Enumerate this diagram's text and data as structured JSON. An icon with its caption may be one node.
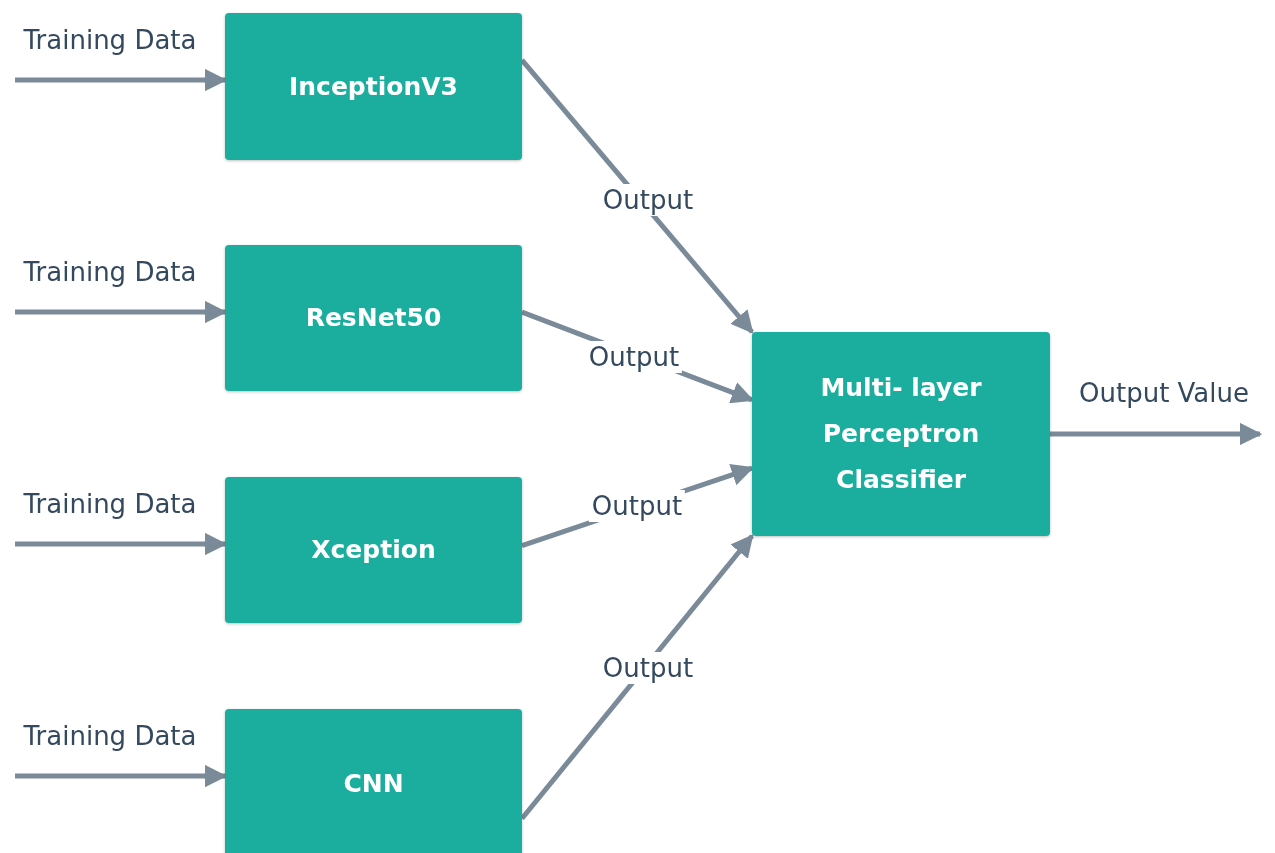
{
  "diagram": {
    "nodes": [
      {
        "text": [
          "InceptionV3"
        ]
      },
      {
        "text": [
          "ResNet50"
        ]
      },
      {
        "text": [
          "Xception"
        ]
      },
      {
        "text": [
          "CNN"
        ]
      },
      {
        "text": [
          "Multi- layer Perceptron Classifier"
        ]
      }
    ],
    "edges": [
      {
        "from": null,
        "to": 0,
        "arrow": "to",
        "label": "Training Data"
      },
      {
        "from": null,
        "to": 1,
        "arrow": "to",
        "label": "Training Data"
      },
      {
        "from": null,
        "to": 2,
        "arrow": "to",
        "label": "Training Data"
      },
      {
        "from": null,
        "to": 3,
        "arrow": "to",
        "label": "Training Data"
      },
      {
        "from": 0,
        "to": 4,
        "arrow": "to",
        "label": "Output"
      },
      {
        "from": 1,
        "to": 4,
        "arrow": "to",
        "label": "Output"
      },
      {
        "from": 2,
        "to": 4,
        "arrow": "to",
        "label": "Output"
      },
      {
        "from": 3,
        "to": 4,
        "arrow": "to",
        "label": "Output"
      },
      {
        "from": 4,
        "to": null,
        "arrow": "to",
        "label": "Output Value"
      }
    ]
  }
}
